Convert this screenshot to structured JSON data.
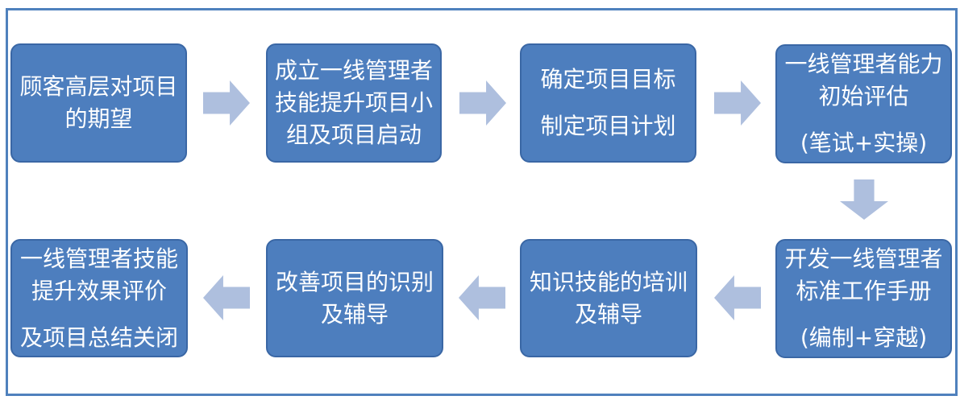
{
  "diagram": {
    "type": "flowchart",
    "colors": {
      "background": "#FFFFFF",
      "frame_border": "#4F81BD",
      "box_fill": "#4D7EBE",
      "box_border": "#3A67A5",
      "arrow_fill": "#AEBFDE",
      "text": "#FFFFFF"
    },
    "steps": [
      {
        "lines": [
          "顾客高层对项目",
          "的期望"
        ]
      },
      {
        "lines": [
          "成立一线管理者",
          "技能提升项目小",
          "组及项目启动"
        ]
      },
      {
        "lines": [
          "确定项目目标",
          "制定项目计划"
        ]
      },
      {
        "lines": [
          "一线管理者能力",
          "初始评估",
          "(笔试+实操)"
        ]
      },
      {
        "lines": [
          "开发一线管理者",
          "标准工作手册",
          "(编制+穿越)"
        ]
      },
      {
        "lines": [
          "知识技能的培训",
          "及辅导"
        ]
      },
      {
        "lines": [
          "改善项目的识别",
          "及辅导"
        ]
      },
      {
        "lines": [
          "一线管理者技能",
          "提升效果评价",
          "及项目总结关闭"
        ]
      }
    ],
    "connectors": [
      {
        "from": 1,
        "to": 2,
        "direction": "right"
      },
      {
        "from": 2,
        "to": 3,
        "direction": "right"
      },
      {
        "from": 3,
        "to": 4,
        "direction": "right"
      },
      {
        "from": 4,
        "to": 5,
        "direction": "down"
      },
      {
        "from": 5,
        "to": 6,
        "direction": "left"
      },
      {
        "from": 6,
        "to": 7,
        "direction": "left"
      },
      {
        "from": 7,
        "to": 8,
        "direction": "left"
      }
    ]
  }
}
